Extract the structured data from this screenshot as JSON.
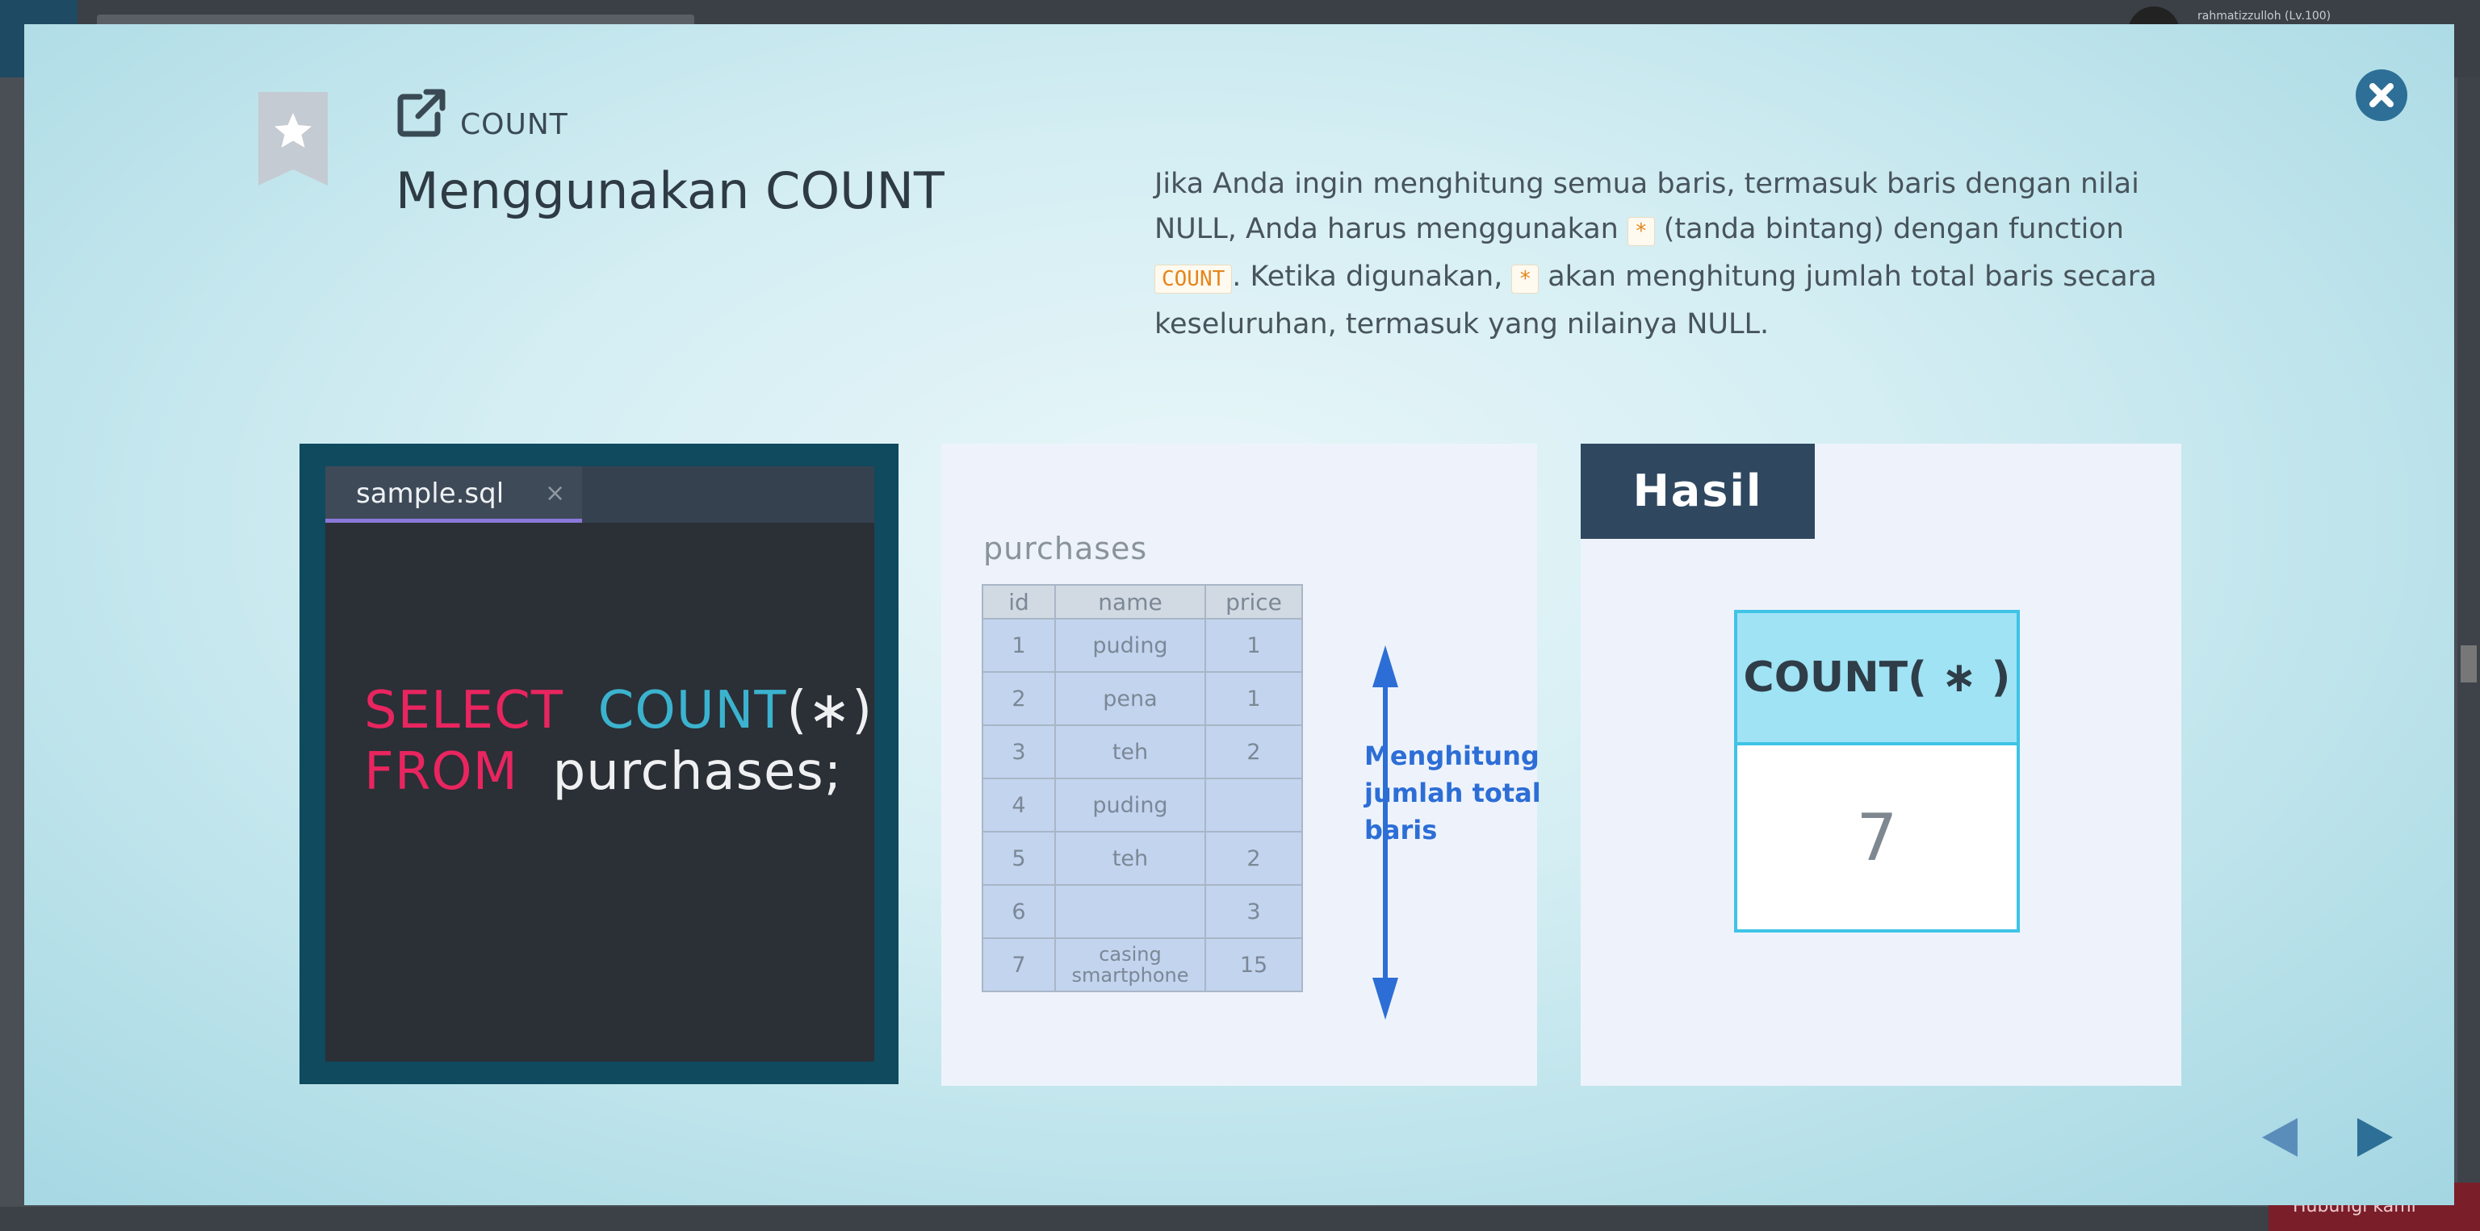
{
  "background": {
    "username": "rahmatizzulloh (Lv.100)",
    "footer_button_label": "Hubungi kami"
  },
  "lesson": {
    "tag": "COUNT",
    "title": "Menggunakan COUNT",
    "description": {
      "p1": "Jika Anda ingin menghitung semua baris, termasuk baris dengan nilai NULL, Anda harus menggunakan ",
      "code1": "*",
      "p2": " (tanda bintang) dengan function ",
      "code2": "COUNT",
      "p3": ". Ketika digunakan, ",
      "code3": "*",
      "p4": " akan menghitung jumlah total baris secara keseluruhan, termasuk yang nilainya NULL."
    }
  },
  "editor": {
    "tab_label": "sample.sql",
    "tab_close": "×",
    "line1_kw": "SELECT",
    "line1_fn": "COUNT",
    "line1_rest": "(∗)",
    "line2_kw": "FROM",
    "line2_rest": "purchases;"
  },
  "table": {
    "caption": "purchases",
    "columns": [
      "id",
      "name",
      "price"
    ],
    "rows": [
      [
        "1",
        "puding",
        "1"
      ],
      [
        "2",
        "pena",
        "1"
      ],
      [
        "3",
        "teh",
        "2"
      ],
      [
        "4",
        "puding",
        ""
      ],
      [
        "5",
        "teh",
        "2"
      ],
      [
        "6",
        "",
        "3"
      ],
      [
        "7",
        "casing smartphone",
        "15"
      ]
    ],
    "arrow_label": "Menghitung jumlah total baris"
  },
  "result": {
    "header": "Hasil",
    "column": "COUNT( ∗ )",
    "value": "7"
  },
  "icons": {
    "bookmark": "star-bookmark-icon",
    "external": "external-link-icon",
    "close": "close-icon",
    "prev": "triangle-left-icon",
    "next": "triangle-right-icon"
  },
  "colors": {
    "accent_blue": "#2d6f96",
    "sql_keyword": "#e8255f",
    "sql_function": "#3bb3cf",
    "result_header": "#2f4860",
    "arrow_blue": "#2d6ed6"
  }
}
